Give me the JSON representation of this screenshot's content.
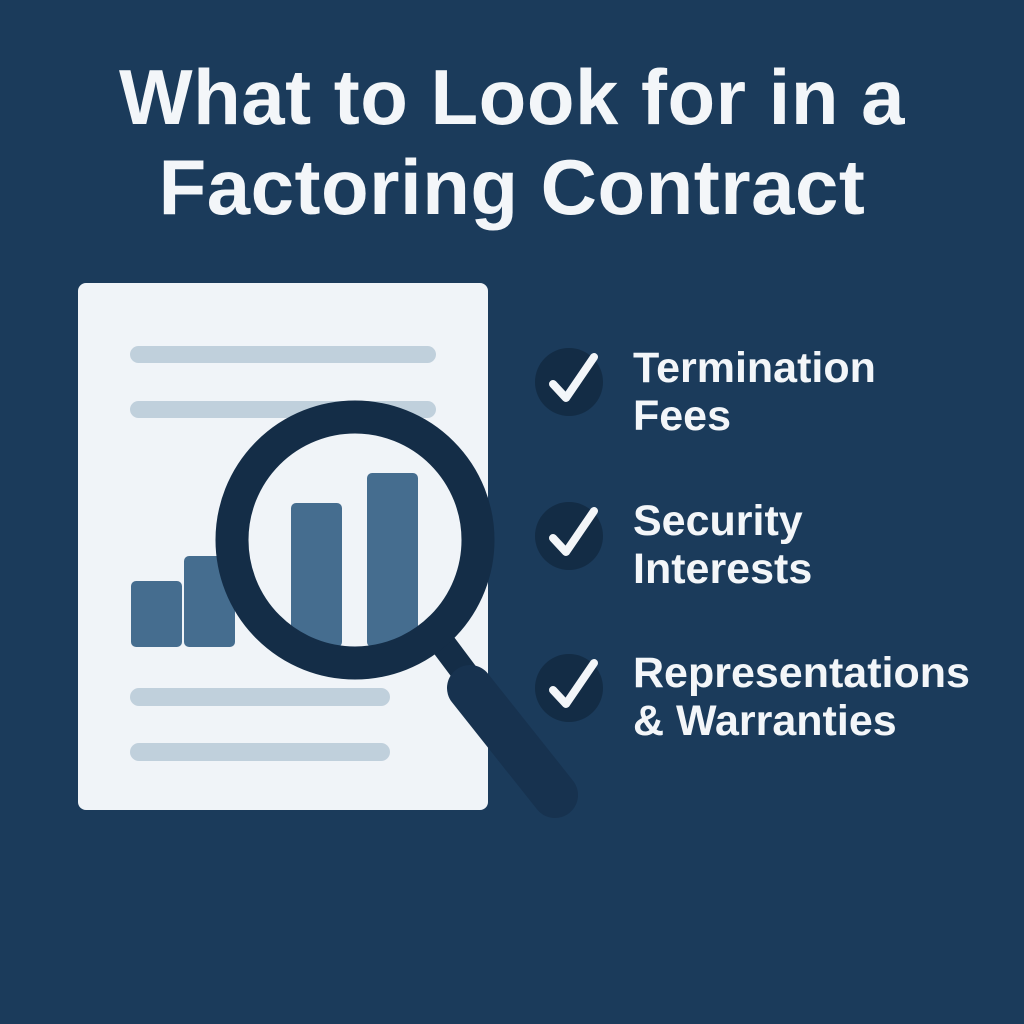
{
  "title": {
    "line1": "What to Look for in a",
    "line2": "Factoring Contract"
  },
  "checklist": [
    {
      "line1": "Termination",
      "line2": "Fees",
      "icon": "check-icon"
    },
    {
      "line1": "Security",
      "line2": "Interests",
      "icon": "check-icon"
    },
    {
      "line1": "Representations",
      "line2": "& Warranties",
      "icon": "check-icon"
    }
  ],
  "colors": {
    "background": "#1b3b5b",
    "document": "#f0f4f8",
    "bar": "#456d8f",
    "line": "#c0d0dc",
    "magnifier": "#142d47",
    "check_circle": "#132c45",
    "text": "#f3f6f9"
  }
}
